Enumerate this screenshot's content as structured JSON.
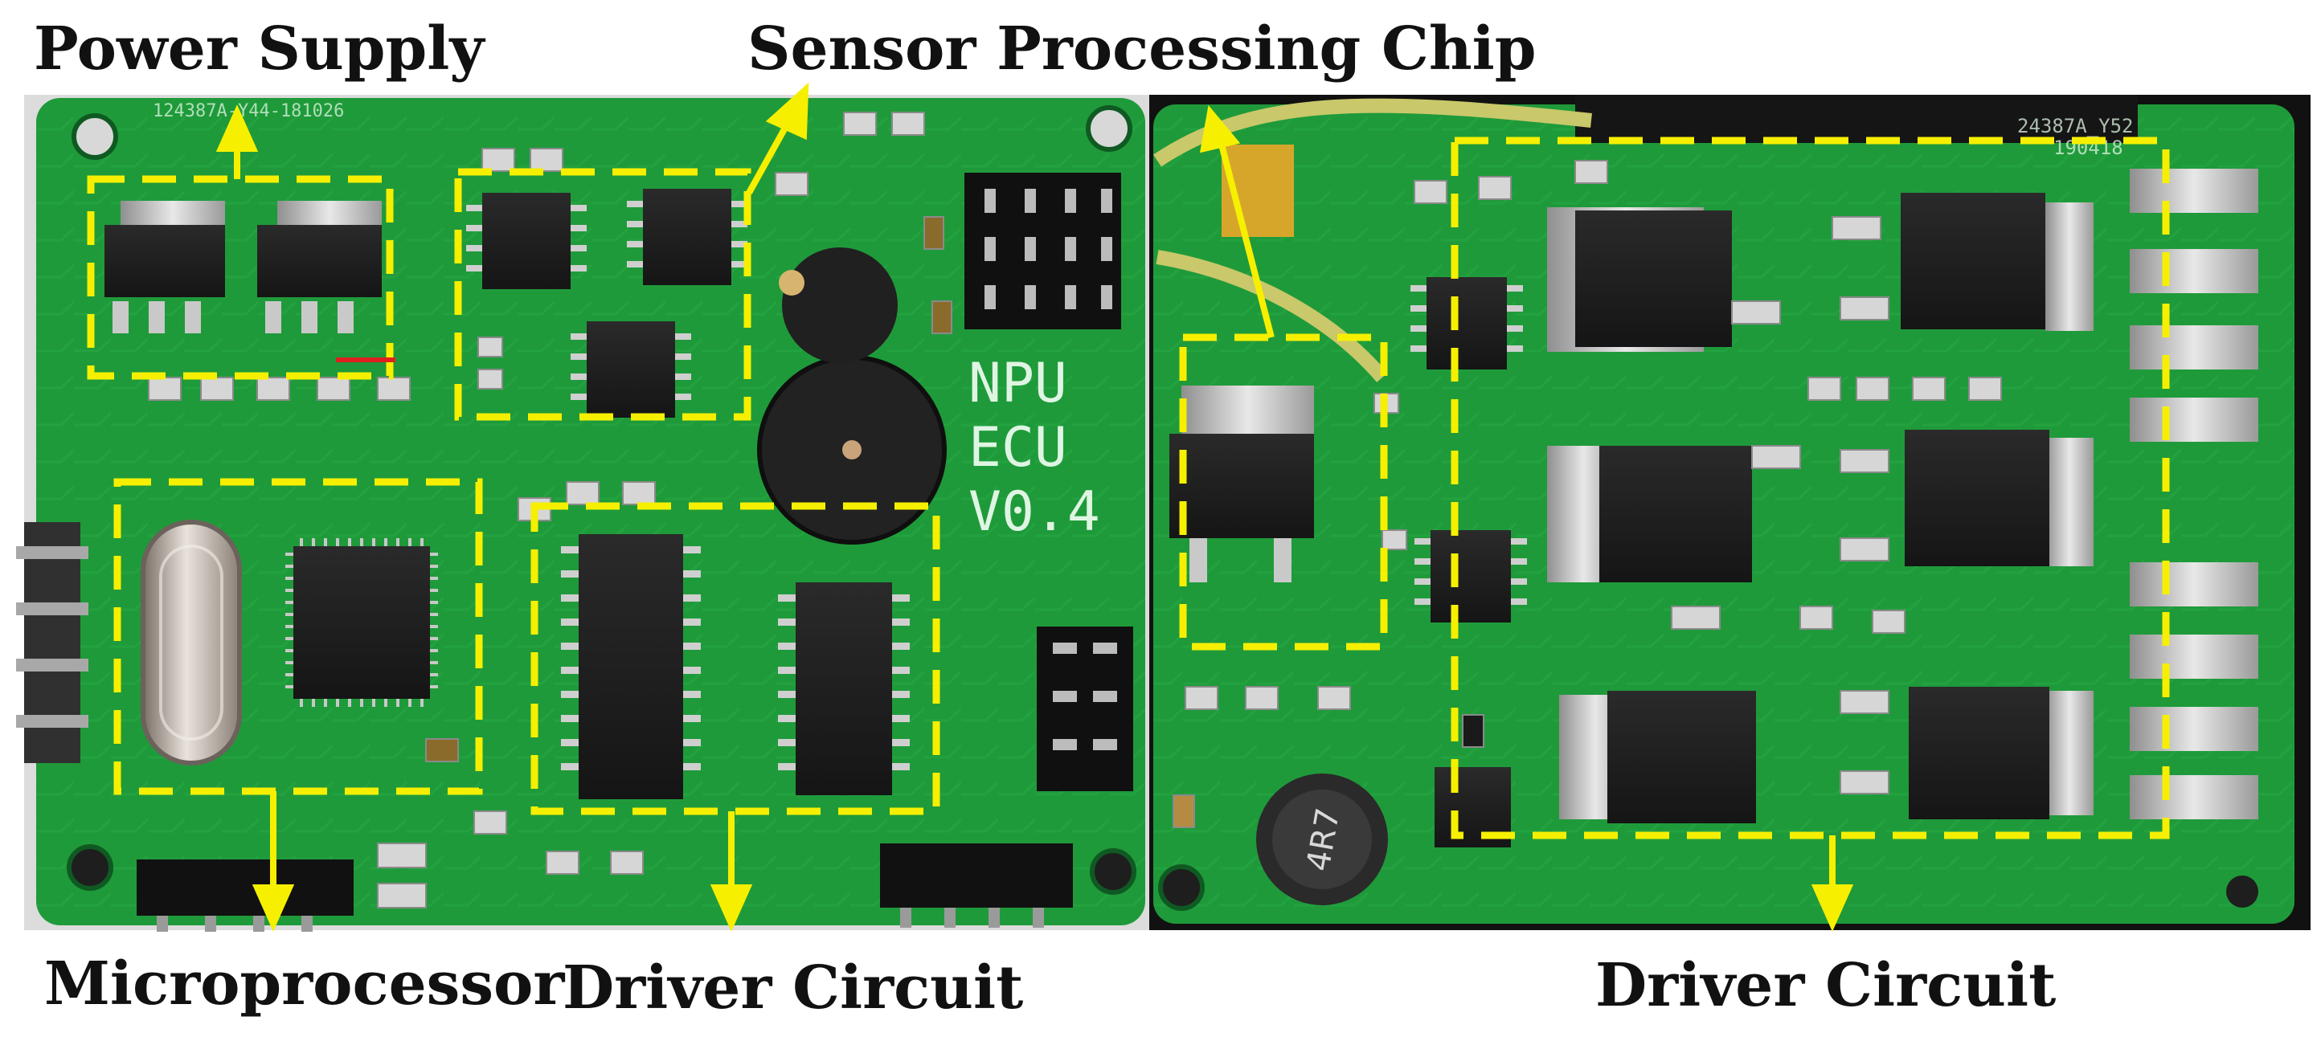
{
  "labels": {
    "power_supply": "Power Supply",
    "sensor_chip": "Sensor Processing Chip",
    "microprocessor": "Microprocessor",
    "driver_circuit_left": "Driver Circuit",
    "driver_circuit_right": "Driver Circuit"
  },
  "board_silkscreen": {
    "line1": "NPU",
    "line2": "ECU",
    "line3": "V0.4",
    "part_code_left": "124387A-Y44-181026",
    "part_code_right": "24387A_Y52",
    "part_code_right_2": "190418",
    "inductor_code": "4R7"
  },
  "colors": {
    "pcb_green": "#1f9a3a",
    "annotation_yellow": "#f6f000",
    "label_black": "#111111"
  }
}
